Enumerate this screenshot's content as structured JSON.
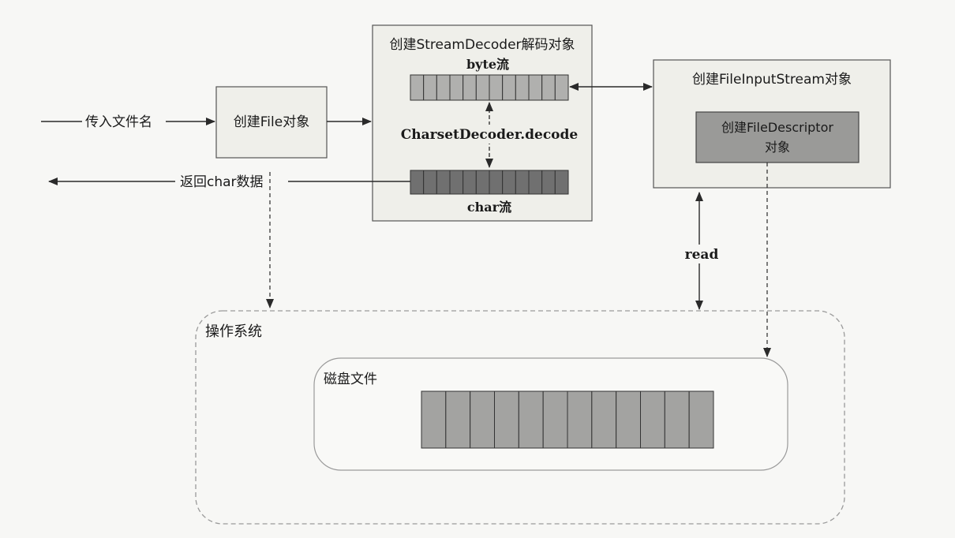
{
  "labels": {
    "input_filename": "传入文件名",
    "create_file": "创建File对象",
    "return_char": "返回char数据",
    "create_decoder": "创建StreamDecoder解码对象",
    "byte_stream": "byte流",
    "charset_decode": "CharsetDecoder.decode",
    "char_stream": "char流",
    "create_fis": "创建FileInputStream对象",
    "create_fd_line1": "创建FileDescriptor",
    "create_fd_line2": "对象",
    "read": "read",
    "os": "操作系统",
    "disk_file": "磁盘文件"
  },
  "colors": {
    "box_fill": "#efefea",
    "byte_cell": "#b0b0ae",
    "char_cell": "#707070",
    "fd_fill": "#9a9a98",
    "disk_cell": "#a3a3a1",
    "line": "#2a2a2a"
  },
  "cells": {
    "byte": 12,
    "char": 12,
    "disk": 12
  }
}
